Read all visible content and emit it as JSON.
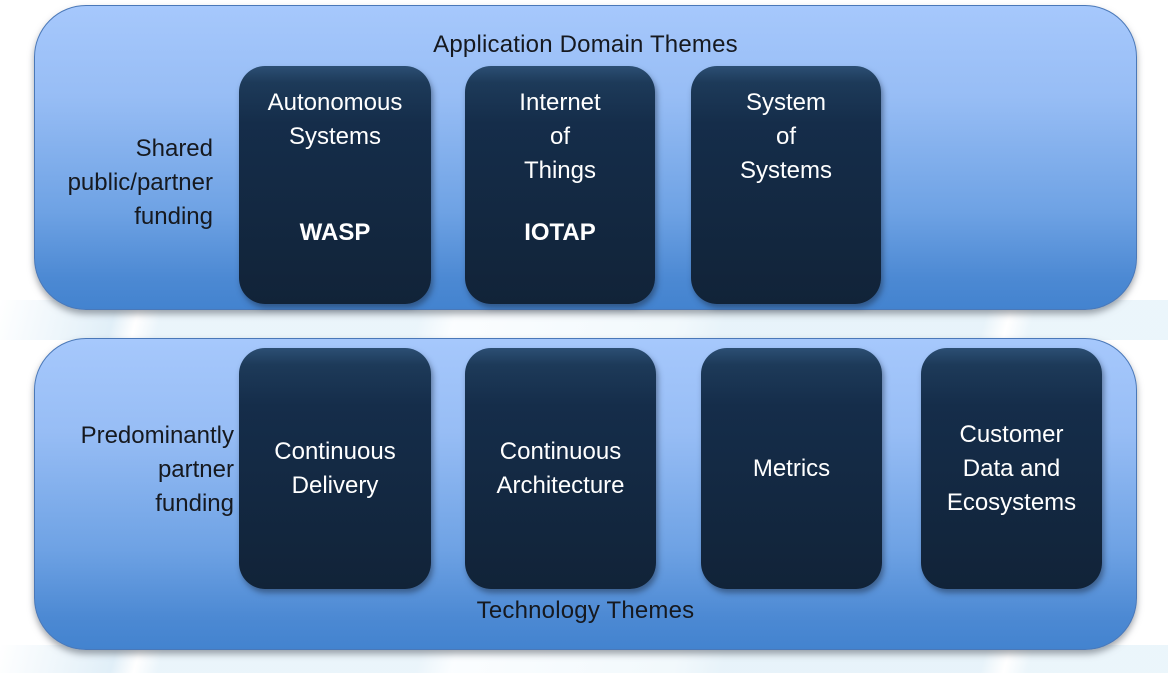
{
  "top_panel": {
    "title": "Application Domain Themes",
    "funding_label_lines": [
      "Shared",
      "public/partner",
      "funding"
    ],
    "boxes": [
      {
        "title_lines": [
          "Autonomous",
          "Systems"
        ],
        "acronym": "WASP"
      },
      {
        "title_lines": [
          "Internet",
          "of",
          "Things"
        ],
        "acronym": "IOTAP"
      },
      {
        "title_lines": [
          "System",
          "of",
          "Systems"
        ]
      }
    ]
  },
  "bottom_panel": {
    "title": "Technology Themes",
    "funding_label_lines": [
      "Predominantly",
      "partner",
      "funding"
    ],
    "boxes": [
      {
        "title_lines": [
          "Continuous",
          "Delivery"
        ]
      },
      {
        "title_lines": [
          "Continuous",
          "Architecture"
        ]
      },
      {
        "title_lines": [
          "Metrics"
        ]
      },
      {
        "title_lines": [
          "Customer",
          "Data and",
          "Ecosystems"
        ]
      }
    ]
  },
  "colors": {
    "panel_gradient_top": "#a6c8fc",
    "panel_gradient_bottom": "#4383cf",
    "panel_border": "#4a78b8",
    "theme_box_fill": "#112338",
    "theme_box_top_sheen": "#2c4f74",
    "theme_box_text": "#ffffff",
    "label_text": "#16191f",
    "background": "#ffffff"
  }
}
